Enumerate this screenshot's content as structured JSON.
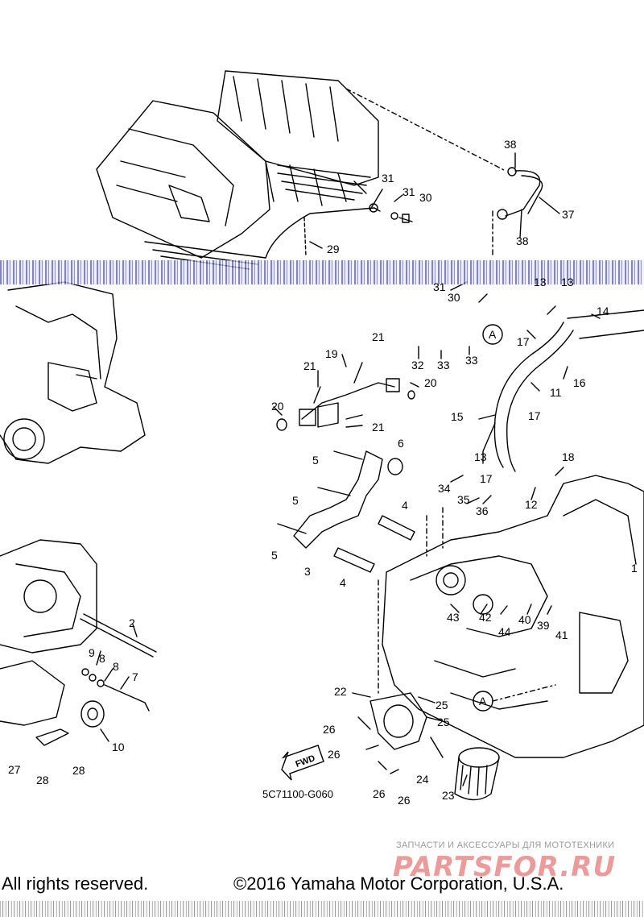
{
  "diagram": {
    "drawing_code": "5C71100-G060",
    "fwd_label": "FWD",
    "part_refs": [
      {
        "id": "38a",
        "text": "38"
      },
      {
        "id": "37",
        "text": "37"
      },
      {
        "id": "38b",
        "text": "38"
      },
      {
        "id": "31a",
        "text": "31"
      },
      {
        "id": "31b",
        "text": "31"
      },
      {
        "id": "30a",
        "text": "30"
      },
      {
        "id": "29",
        "text": "29"
      },
      {
        "id": "31c",
        "text": "31"
      },
      {
        "id": "30b",
        "text": "30"
      },
      {
        "id": "13a",
        "text": "13"
      },
      {
        "id": "13b",
        "text": "13"
      },
      {
        "id": "14",
        "text": "14"
      },
      {
        "id": "17a",
        "text": "17"
      },
      {
        "id": "16",
        "text": "16"
      },
      {
        "id": "11",
        "text": "11"
      },
      {
        "id": "21a",
        "text": "21"
      },
      {
        "id": "32",
        "text": "32"
      },
      {
        "id": "33a",
        "text": "33"
      },
      {
        "id": "33b",
        "text": "33"
      },
      {
        "id": "A1",
        "text": "A"
      },
      {
        "id": "19",
        "text": "19"
      },
      {
        "id": "21b",
        "text": "21"
      },
      {
        "id": "20a",
        "text": "20"
      },
      {
        "id": "20b",
        "text": "20"
      },
      {
        "id": "21c",
        "text": "21"
      },
      {
        "id": "15",
        "text": "15"
      },
      {
        "id": "17b",
        "text": "17"
      },
      {
        "id": "6",
        "text": "6"
      },
      {
        "id": "5a",
        "text": "5"
      },
      {
        "id": "13c",
        "text": "13"
      },
      {
        "id": "17c",
        "text": "17"
      },
      {
        "id": "18",
        "text": "18"
      },
      {
        "id": "34",
        "text": "34"
      },
      {
        "id": "12",
        "text": "12"
      },
      {
        "id": "35",
        "text": "35"
      },
      {
        "id": "36",
        "text": "36"
      },
      {
        "id": "5b",
        "text": "5"
      },
      {
        "id": "4a",
        "text": "4"
      },
      {
        "id": "5c",
        "text": "5"
      },
      {
        "id": "3",
        "text": "3"
      },
      {
        "id": "4b",
        "text": "4"
      },
      {
        "id": "1",
        "text": "1"
      },
      {
        "id": "43",
        "text": "43"
      },
      {
        "id": "42",
        "text": "42"
      },
      {
        "id": "40",
        "text": "40"
      },
      {
        "id": "39",
        "text": "39"
      },
      {
        "id": "44",
        "text": "44"
      },
      {
        "id": "41",
        "text": "41"
      },
      {
        "id": "2",
        "text": "2"
      },
      {
        "id": "9",
        "text": "9"
      },
      {
        "id": "8a",
        "text": "8"
      },
      {
        "id": "8b",
        "text": "8"
      },
      {
        "id": "7",
        "text": "7"
      },
      {
        "id": "10",
        "text": "10"
      },
      {
        "id": "22",
        "text": "22"
      },
      {
        "id": "25a",
        "text": "25"
      },
      {
        "id": "25b",
        "text": "25"
      },
      {
        "id": "A2",
        "text": "A"
      },
      {
        "id": "26a",
        "text": "26"
      },
      {
        "id": "26b",
        "text": "26"
      },
      {
        "id": "26c",
        "text": "26"
      },
      {
        "id": "26d",
        "text": "26"
      },
      {
        "id": "24",
        "text": "24"
      },
      {
        "id": "23",
        "text": "23"
      },
      {
        "id": "27",
        "text": "27"
      },
      {
        "id": "28a",
        "text": "28"
      },
      {
        "id": "28b",
        "text": "28"
      }
    ]
  },
  "footer": {
    "rights": "All rights reserved.",
    "copyright": "©2016 Yamaha Motor Corporation, U.S.A."
  },
  "watermark": {
    "tagline": "ЗАПЧАСТИ И АКСЕССУАРЫ ДЛЯ МОТОТЕХНИКИ",
    "logo": "PARTSFOR.RU"
  }
}
